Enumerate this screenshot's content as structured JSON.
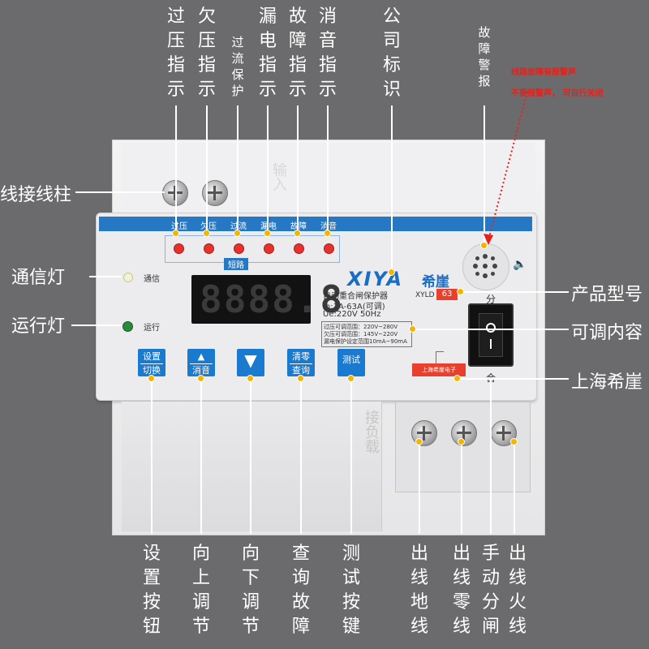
{
  "top_labels": {
    "overvoltage": "过压指示",
    "undervoltage": "欠压指示",
    "overcurrent": "过流保护",
    "leakage": "漏电指示",
    "fault": "故障指示",
    "mute": "消音指示",
    "logo": "公司标识",
    "alarm": "故障警报"
  },
  "side_labels": {
    "input_terminal": "线接线柱",
    "comm_light": "通信灯",
    "run_light": "运行灯",
    "model": "产品型号",
    "adjustable": "可调内容",
    "maker": "上海希崖"
  },
  "notes": {
    "line1": "线路故障有报警声",
    "line2": "不要报警声， 可自行关闭"
  },
  "bottom_labels": {
    "set_button": "设置按钮",
    "up_button": "向上调节",
    "down_button": "向下调节",
    "query_fault": "查询故障",
    "test_key": "测试按键",
    "ground_out": "出线地线",
    "neutral_out": "出线零线",
    "manual_switch": "手动分闸",
    "live_out": "出线火线"
  },
  "device": {
    "input_embossed": "输入",
    "load_embossed": "接负载",
    "led_labels": [
      "过压",
      "欠压",
      "过流",
      "漏电",
      "故障",
      "消音"
    ],
    "short_label": "短路",
    "comm_text": "通信",
    "run_text": "运行",
    "display": "8888.8",
    "logo": "XIYA",
    "logo_cn": "希崖",
    "product_name": "自动重合闸保护器",
    "model_prefix": "XYLD",
    "model_value": "63",
    "rating": "In:1A-63A(可调)",
    "voltage": "Ue:220V  50Hz",
    "spec1": "过压可调范围：220V~280V",
    "spec2": "欠压可调范围：145V~220V",
    "spec3": "漏电保护设定范围10mA~90mA",
    "maker_label": "上海希崖电子",
    "switch_top": "分",
    "switch_bottom": "合",
    "buttons": [
      {
        "top": "设置",
        "bottom": "切换"
      },
      {
        "top": "▲",
        "bottom": "消音"
      },
      {
        "top": "▼",
        "bottom": ""
      },
      {
        "top": "清零",
        "bottom": "查询"
      },
      {
        "top": "测试",
        "bottom": ""
      }
    ]
  },
  "colors": {
    "background": "#6b6b6d",
    "accent_blue": "#1a7ad0",
    "led_red": "#e8312b",
    "dot_yellow": "#f6b400",
    "note_red": "#e8201a"
  }
}
